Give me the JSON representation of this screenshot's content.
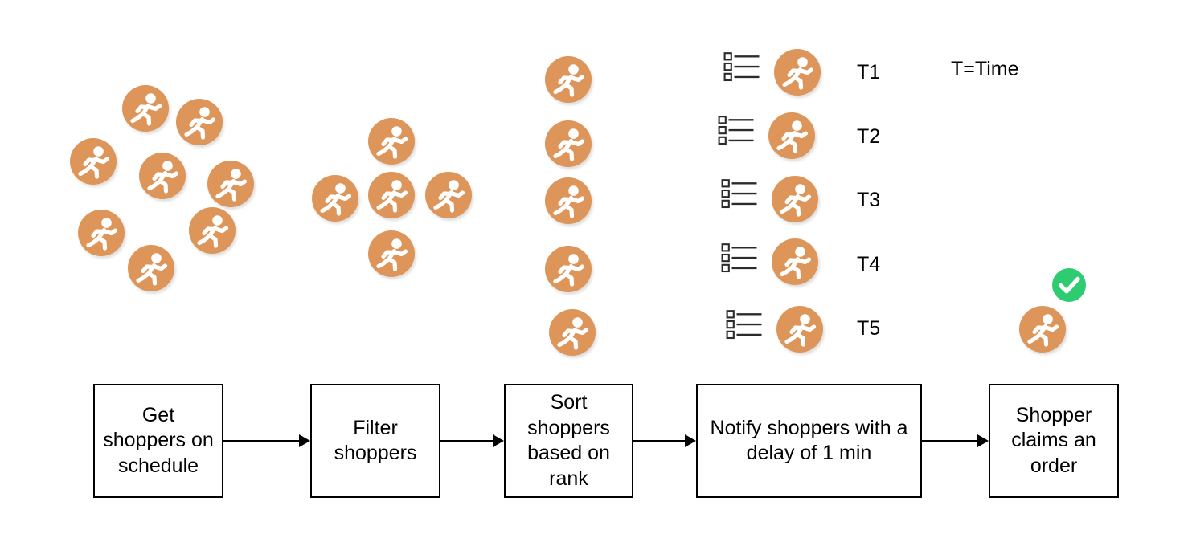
{
  "diagram": {
    "title_text": "",
    "legend": {
      "text": "T=Time"
    },
    "colors": {
      "shopper_fill": "#DD9559",
      "shopper_glyph": "#FFFFFF",
      "check_badge": "#2ECC71",
      "box_border": "#000000",
      "box_fill": "#FFFFFF",
      "text": "#000000",
      "checklist_line": "#333333",
      "background": "#FFFFFF"
    },
    "stages": [
      {
        "id": "get-shoppers",
        "label": "Get shoppers on schedule",
        "lines": [
          "Get",
          "shoppers on",
          "schedule"
        ],
        "shopper_count": 8,
        "visual": "scattered-cluster"
      },
      {
        "id": "filter-shoppers",
        "label": "Filter shoppers",
        "lines": [
          "Filter",
          "shoppers"
        ],
        "shopper_count": 5,
        "visual": "plus-cluster"
      },
      {
        "id": "sort-shoppers",
        "label": "Sort shoppers based on rank",
        "lines": [
          "Sort",
          "shoppers",
          "based on",
          "rank"
        ],
        "shopper_count": 5,
        "visual": "vertical-column"
      },
      {
        "id": "notify-shoppers",
        "label": "Notify shoppers with a delay of 1 min",
        "lines": [
          "Notify shoppers with a",
          "delay of 1 min"
        ],
        "shopper_count": 5,
        "visual": "checklist-rows"
      },
      {
        "id": "shopper-claims",
        "label": "Shopper claims an order",
        "lines": [
          "Shopper",
          "claims an",
          "order"
        ],
        "shopper_count": 1,
        "visual": "claimed-with-check"
      }
    ],
    "time_labels": [
      "T1",
      "T2",
      "T3",
      "T4",
      "T5"
    ],
    "arrows": [
      {
        "from": "get-shoppers",
        "to": "filter-shoppers"
      },
      {
        "from": "filter-shoppers",
        "to": "sort-shoppers"
      },
      {
        "from": "sort-shoppers",
        "to": "notify-shoppers"
      },
      {
        "from": "notify-shoppers",
        "to": "shopper-claims"
      }
    ],
    "icons": {
      "shopper": "running-person-icon",
      "checklist": "checklist-icon",
      "check_badge": "check-circle-icon",
      "arrow": "arrow-right-icon"
    }
  }
}
